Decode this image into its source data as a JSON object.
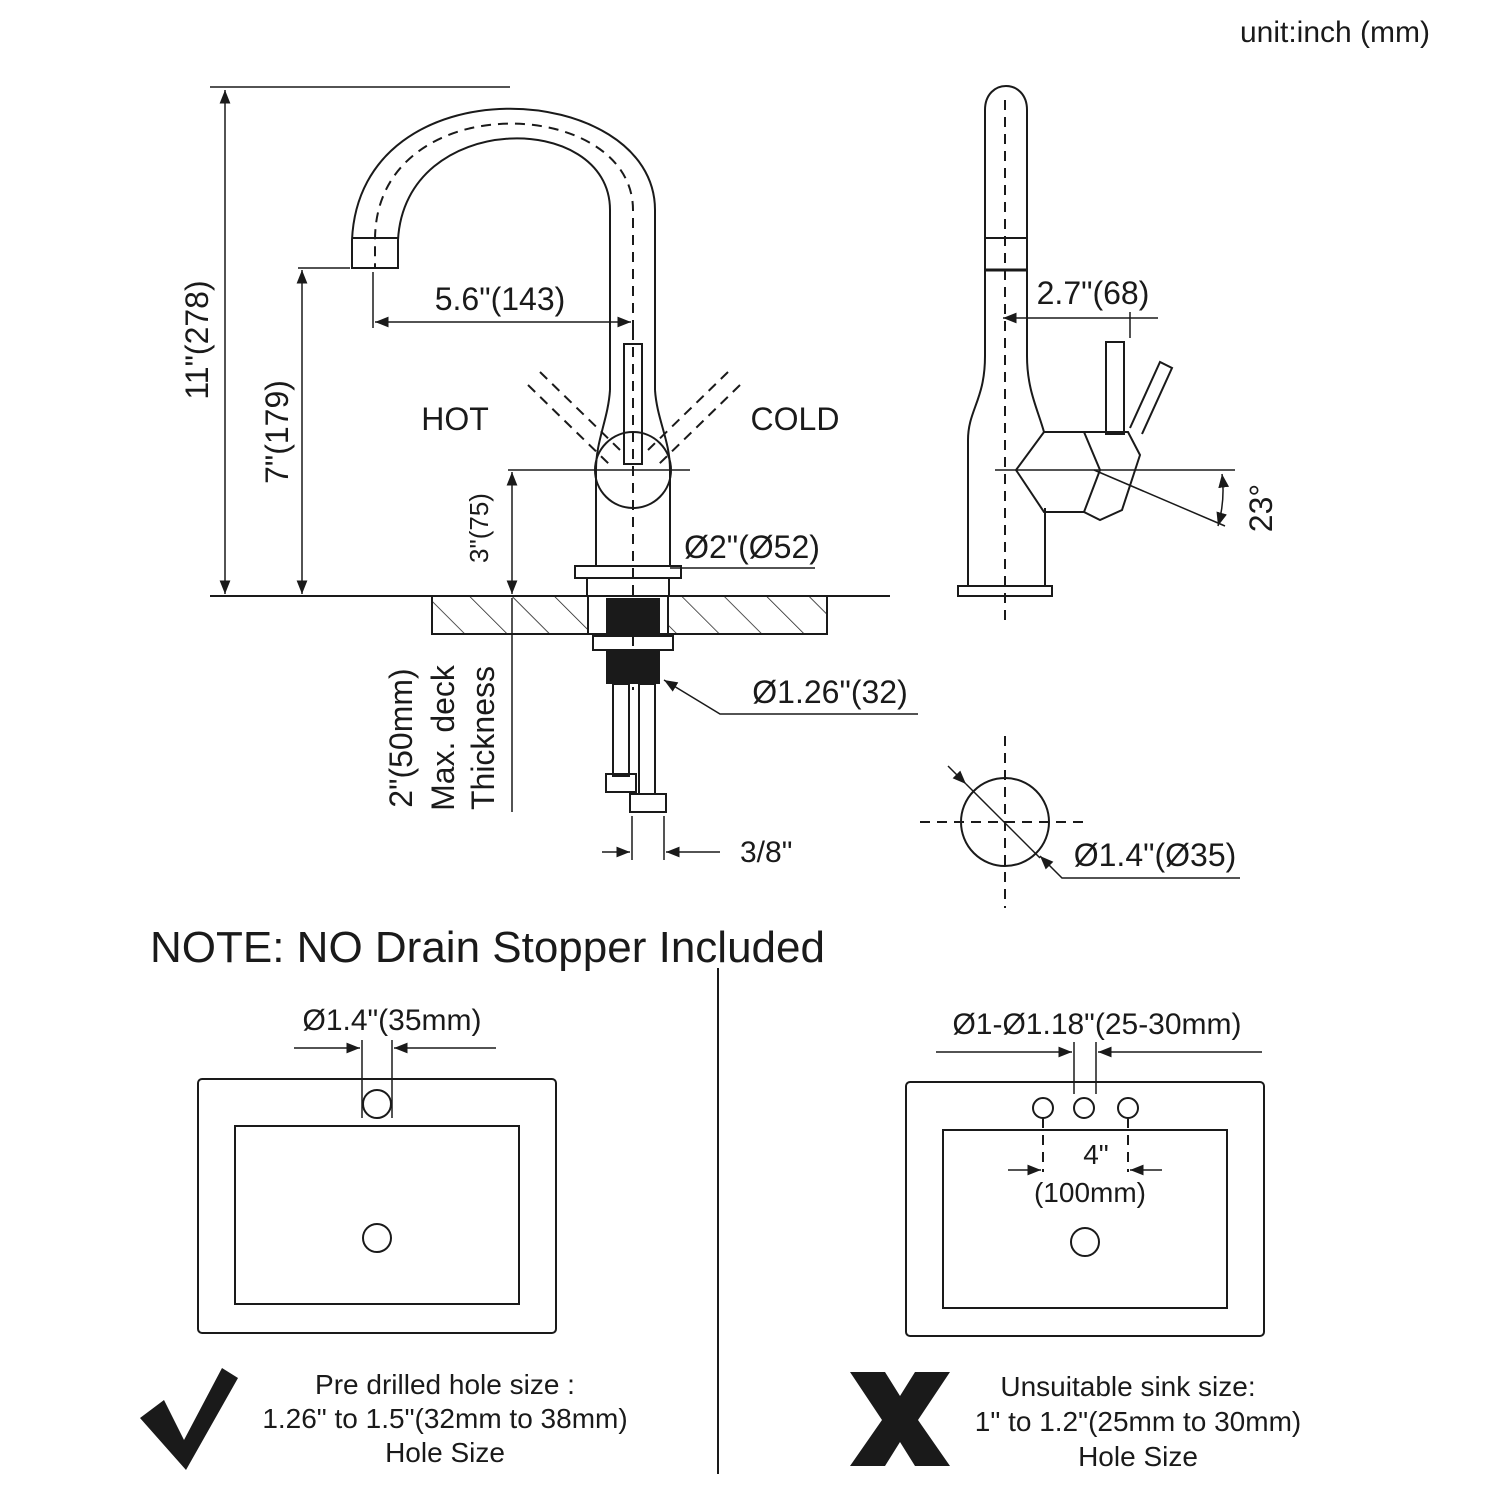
{
  "unit_label": "unit:inch (mm)",
  "front_view": {
    "total_height": "11\"(278)",
    "spout_height": "7\"(179)",
    "handle_height": "3\"(75)",
    "spout_reach": "5.6\"(143)",
    "hot_label": "HOT",
    "cold_label": "COLD",
    "base_diameter": "Ø2\"(Ø52)",
    "shank_diameter": "Ø1.26\"(32)",
    "deck_thickness_line1": "2\"(50mm)",
    "deck_thickness_line2": "Max. deck",
    "deck_thickness_line3": "Thickness",
    "hose_size": "3/8\""
  },
  "side_view": {
    "handle_offset": "2.7\"(68)",
    "handle_angle": "23°"
  },
  "hole_view": {
    "hole_diameter": "Ø1.4\"(Ø35)"
  },
  "note": "NOTE: NO Drain Stopper Included",
  "suitable_sink": {
    "hole_label": "Ø1.4\"(35mm)",
    "desc_line1": "Pre drilled hole size :",
    "desc_line2": "1.26\" to 1.5\"(32mm to 38mm)",
    "desc_line3": "Hole Size",
    "mark_icon": "check-mark-icon"
  },
  "unsuitable_sink": {
    "hole_label": "Ø1-Ø1.18\"(25-30mm)",
    "spacing_value": "4\"",
    "spacing_mm": "(100mm)",
    "desc_line1": "Unsuitable sink size:",
    "desc_line2": "1\" to 1.2\"(25mm to 30mm)",
    "desc_line3": "Hole Size",
    "mark_icon": "x-mark-icon"
  }
}
